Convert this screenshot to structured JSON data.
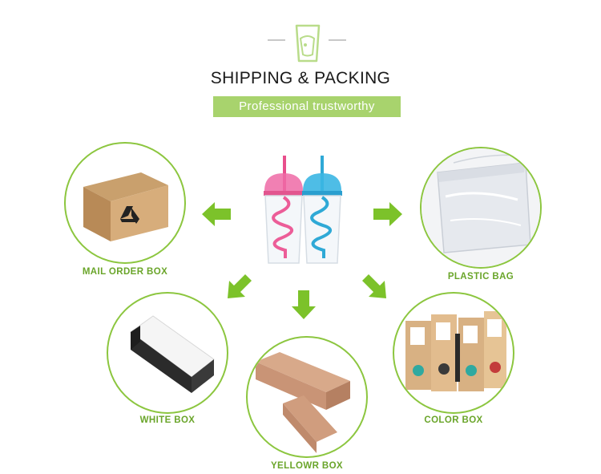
{
  "header": {
    "title": "SHIPPING & PACKING",
    "subtitle": "Professional trustworthy",
    "icon": "cup-icon"
  },
  "options": [
    {
      "id": "mail",
      "label": "MAIL ORDER BOX"
    },
    {
      "id": "plastic",
      "label": "PLASTIC BAG"
    },
    {
      "id": "white",
      "label": "WHITE BOX"
    },
    {
      "id": "yellow",
      "label": "YELLOWR BOX"
    },
    {
      "id": "color",
      "label": "COLOR BOX"
    }
  ],
  "colors": {
    "accent": "#8cc63f",
    "subtitle_bg": "#a8d36d"
  }
}
